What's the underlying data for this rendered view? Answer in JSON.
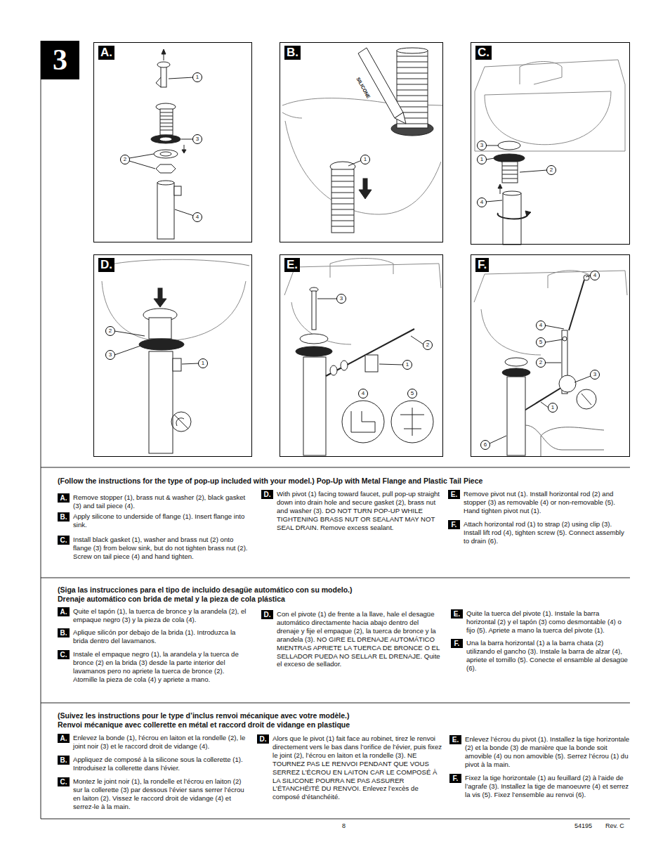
{
  "diagram": {
    "nodes": [
      {
        "text": [
          "3"
        ]
      },
      {
        "text": [
          "A."
        ]
      },
      {
        "text": [
          "1"
        ],
        "in": 1
      },
      {
        "text": [
          "3"
        ],
        "in": 1
      },
      {
        "text": [
          "2"
        ],
        "in": 1
      },
      {
        "text": [
          "4"
        ],
        "in": 1
      },
      {
        "text": [
          "B."
        ]
      },
      {
        "text": [
          "1"
        ],
        "in": 6
      },
      {
        "text": [
          "C."
        ]
      },
      {
        "text": [
          "3"
        ],
        "in": 8
      },
      {
        "text": [
          "1"
        ],
        "in": 8
      },
      {
        "text": [
          "2"
        ],
        "in": 8
      },
      {
        "text": [
          "4"
        ],
        "in": 8
      },
      {
        "text": [
          "D."
        ]
      },
      {
        "text": [
          "2"
        ],
        "in": 13
      },
      {
        "text": [
          "3"
        ],
        "in": 13
      },
      {
        "text": [
          "1"
        ],
        "in": 13
      },
      {
        "text": [
          "E."
        ]
      },
      {
        "text": [
          "3"
        ],
        "in": 17
      },
      {
        "text": [
          "2"
        ],
        "in": 17
      },
      {
        "text": [
          "1"
        ],
        "in": 17
      },
      {
        "text": [
          "4"
        ],
        "in": 17
      },
      {
        "text": [
          "5"
        ],
        "in": 17
      },
      {
        "text": [
          "F."
        ]
      },
      {
        "text": [
          "4"
        ],
        "in": 23
      },
      {
        "text": [
          "4"
        ],
        "in": 23
      },
      {
        "text": [
          "5"
        ],
        "in": 23
      },
      {
        "text": [
          "2"
        ],
        "in": 23
      },
      {
        "text": [
          "3"
        ],
        "in": 23
      },
      {
        "text": [
          "1"
        ],
        "in": 23
      },
      {
        "text": [
          "6"
        ],
        "in": 23
      },
      {
        "text": [
          "A.",
          "Remove stopper (1), brass nut & washer (2), black gasket (3) and tail piece (4)."
        ]
      },
      {
        "text": [
          "B.",
          "Apply silicone to underside of flange (1). Insert flange into sink."
        ]
      },
      {
        "text": [
          "C.",
          "Install black gasket (1), washer and brass nut (2) onto flange (3) from below sink, but do not tighten brass nut (2). Screw on tail piece (4) and hand tighten."
        ]
      },
      {
        "text": [
          "D.",
          "With pivot (1) facing toward faucet, pull pop-up straight down into drain hole and secure gasket (2), brass nut and washer (3). DO NOT TURN POP-UP WHILE TIGHTENING BRASS NUT OR SEALANT MAY NOT SEAL DRAIN. Remove excess sealant."
        ]
      },
      {
        "text": [
          "E.",
          "Remove pivot nut (1). Install horizontal rod (2) and stopper (3) as removable (4) or non-removable (5). Hand tighten pivot nut (1)."
        ]
      },
      {
        "text": [
          "F.",
          "Attach horizontal rod (1) to strap (2) using clip (3). Install lift rod (4), tighten screw (5). Connect assembly to drain (6)."
        ]
      },
      {
        "text": [
          "A.",
          "Quite el tapón (1), la tuerca de bronce y la arandela (2), el empaque negro (3) y la pieza de cola (4)."
        ]
      },
      {
        "text": [
          "B.",
          "Aplique silicón por debajo de la brida (1). Introduzca la brida dentro del lavamanos."
        ]
      },
      {
        "text": [
          "C.",
          "Instale el empaque negro (1), la arandela y la tuerca de bronce (2) en la brida (3) desde la parte interior del lavamanos pero no apriete la tuerca de bronce (2). Atornille la pieza de cola (4) y apriete a mano."
        ]
      },
      {
        "text": [
          "D.",
          "Con el pivote (1) de frente a la llave, hale el desagüe automático directamente hacia abajo dentro del drenaje y fije el empaque (2), la tuerca de bronce y la arandela (3). NO GIRE EL DRENAJE AUTOMÁTICO MIENTRAS APRIETE LA TUERCA DE BRONCE O EL SELLADOR PUEDA NO SELLAR EL DRENAJE. Quite el exceso de sellador."
        ]
      },
      {
        "text": [
          "E.",
          "Quite la tuerca del pivote (1). Instale la barra horizontal (2) y el tapón (3) como desmontable (4) o fijo (5). Apriete a mano la tuerca del pivote (1)."
        ]
      },
      {
        "text": [
          "F.",
          "Una la barra horizontal (1) a la barra chata (2) utilizando el gancho (3). Instale la barra de alzar (4), apriete el tornillo (5). Conecte el ensamble al desagüe (6)."
        ]
      },
      {
        "text": [
          "A.",
          "Enlevez la bonde (1), l’écrou en laiton et la rondelle (2), le joint noir (3) et le raccord droit de vidange (4)."
        ]
      },
      {
        "text": [
          "B.",
          "Appliquez de composé à la silicone sous la collerette (1). Introduisez la collerette dans l’évier."
        ]
      },
      {
        "text": [
          "C.",
          "Montez le joint noir (1), la rondelle et l’écrou en laiton (2) sur la collerette (3) par dessous l’évier sans serrer l’écrou en laiton (2). Vissez le raccord droit de vidange (4) et serrez-le à la main."
        ]
      },
      {
        "text": [
          "D.",
          "Alors que le pivot (1) fait face au robinet, tirez le renvoi directement vers le bas dans l’orifice de l’évier, puis fixez le joint (2), l’écrou en laiton et la rondelle (3). NE TOURNEZ PAS LE RENVOI PENDANT QUE VOUS SERREZ L’ÉCROU EN LAITON CAR LE COMPOSÉ À LA SILICONE POURRA NE PAS ASSURER L’ÉTANCHÉITÉ DU RENVOI. Enlevez l’excès de composé d’étanchéité."
        ]
      },
      {
        "text": [
          "E.",
          "Enlevez l’écrou du pivot (1). Installez la tige horizontale (2) et la bonde (3) de manière que la bonde soit amovible (4) ou non amovible (5). Serrez l’écrou (1) du pivot à la main."
        ]
      },
      {
        "text": [
          "F.",
          "Fixez la tige horizontale (1) au feuillard (2) à l’aide de l’agrafe (3). Installez la tige de manoeuvre (4) et serrez la vis (5). Fixez l’ensemble au renvoi (6)."
        ]
      }
    ],
    "labels": [
      "(Follow the instructions for the type of pop-up included with your model.)  Pop-Up with Metal Flange and Plastic Tail Piece",
      "(Siga las instrucciones para el tipo de incluido desagüe automático con su modelo.)",
      "Drenaje automático con brida de metal y la pieza de cola plástica",
      "(Suivez les instructions pour le type d’inclus renvoi mécanique avec votre modèle.)",
      "Renvoi mécanique avec collerette en métal et raccord droit de vidange en plastique",
      "SILICONE",
      "8",
      "54195",
      "Rev. C"
    ]
  }
}
